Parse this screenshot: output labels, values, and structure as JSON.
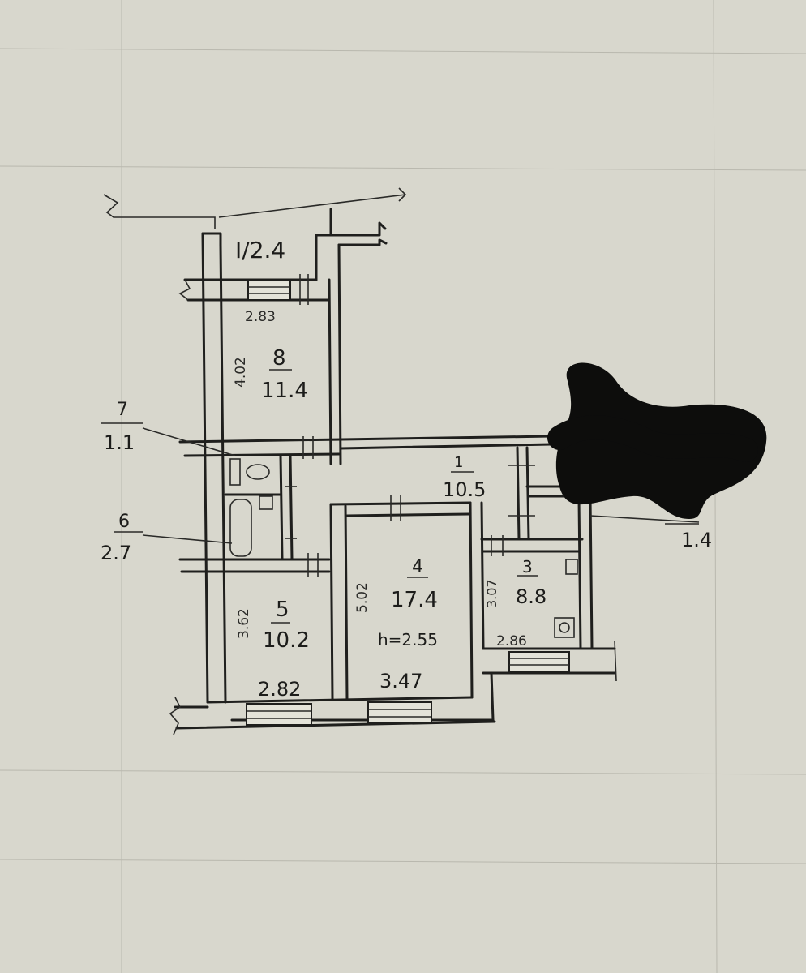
{
  "plan": {
    "stair_label": "I/2.4",
    "top_dim": "2.83",
    "rooms": [
      {
        "number": "8",
        "area": "11.4",
        "side": "4.02"
      },
      {
        "number": "1",
        "area": "10.5"
      },
      {
        "number": "4",
        "area": "17.4",
        "side": "5.02",
        "height": "h=2.55",
        "width": "3.47"
      },
      {
        "number": "5",
        "area": "10.2",
        "side": "3.62",
        "width": "2.82"
      },
      {
        "number": "3",
        "area": "8.8",
        "side": "3.07",
        "width": "2.86"
      }
    ],
    "callouts": [
      {
        "number": "7",
        "area": "1.1"
      },
      {
        "number": "6",
        "area": "2.7"
      },
      {
        "number": "",
        "area": "1.4"
      }
    ]
  },
  "colors": {
    "paper": "#d8d7cd",
    "ink": "#1f1f1d",
    "redaction": "#0d0d0c"
  }
}
